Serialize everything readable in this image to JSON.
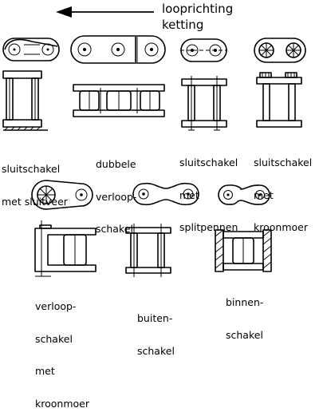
{
  "direction": {
    "line1": "looprichting",
    "line2": "ketting"
  },
  "links": [
    {
      "id": "sluitschakel-sluitveer",
      "lines": [
        "sluitschakel",
        "met sluitveer"
      ]
    },
    {
      "id": "dubbele-verloopschakel",
      "lines": [
        "dubbele",
        "verloop-",
        "schakel"
      ]
    },
    {
      "id": "sluitschakel-splitpennen",
      "lines": [
        "sluitschakel",
        "met",
        "splitpennen"
      ]
    },
    {
      "id": "sluitschakel-kroonmoer",
      "lines": [
        "sluitschakel",
        "met",
        "kroonmoer"
      ]
    },
    {
      "id": "verloopschakel-kroonmoer",
      "lines": [
        "verloop-",
        "schakel",
        "met",
        "kroonmoer"
      ]
    },
    {
      "id": "buitenschakel",
      "lines": [
        "buiten-",
        "schakel"
      ]
    },
    {
      "id": "binnenschakel",
      "lines": [
        "binnen-",
        "schakel"
      ]
    }
  ]
}
